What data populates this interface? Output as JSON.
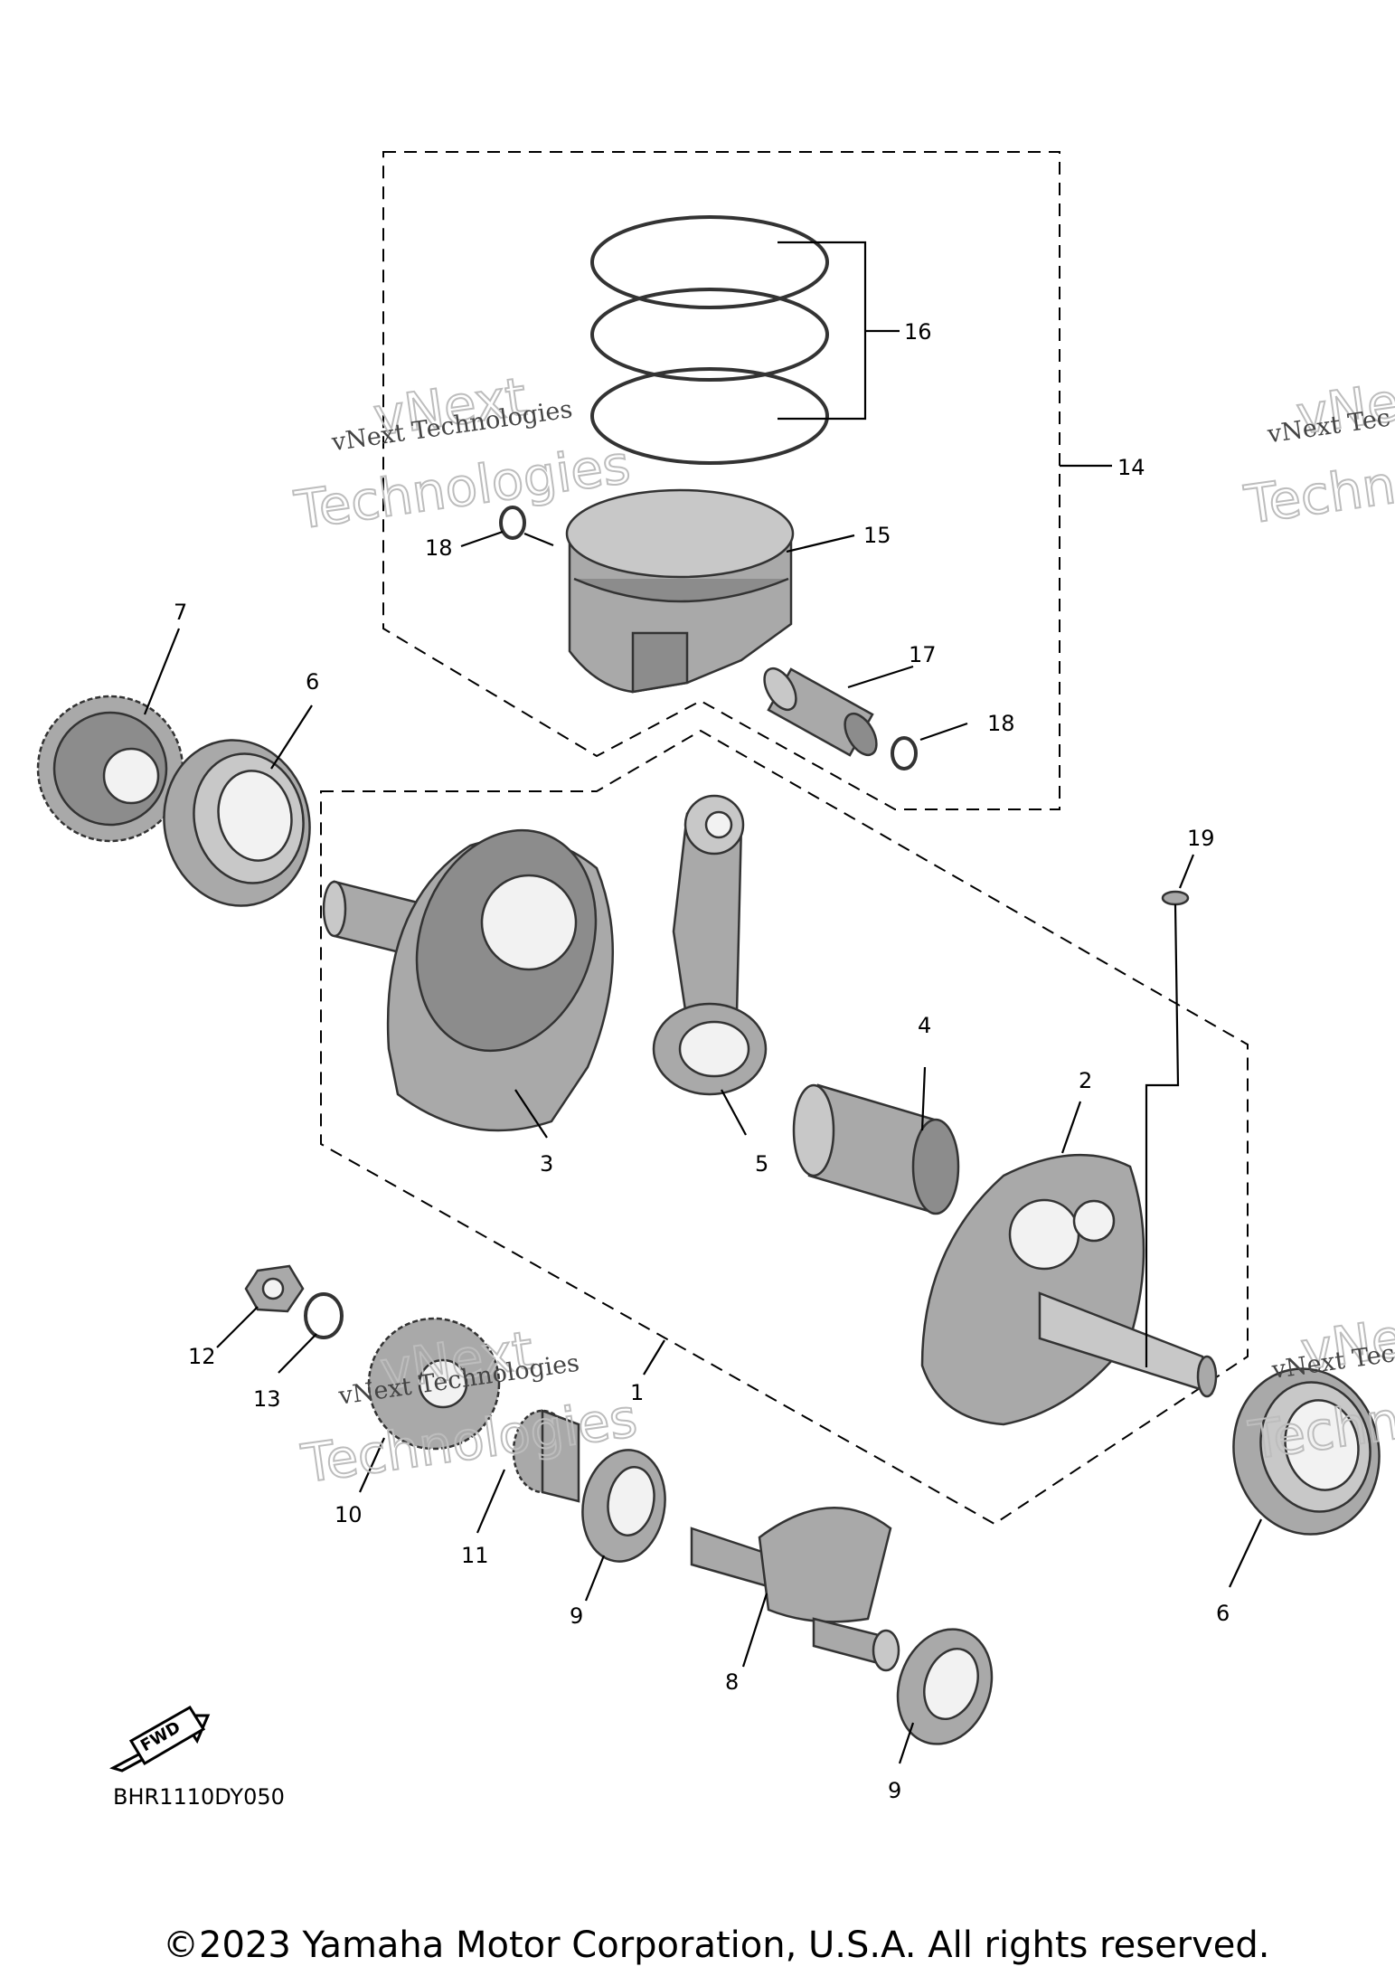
{
  "diagram_code": "BHR1110DY050",
  "fwd_label": "FWD",
  "copyright": "©2023 Yamaha Motor Corporation, U.S.A. All rights reserved.",
  "watermark": {
    "line1": "vNext Technologies",
    "big_top": "vNext",
    "big_bottom": "Technologies",
    "cut_line1": "vNext Tec",
    "cut_big_top": "vNe",
    "cut_big_bottom": "Techn"
  },
  "callouts": {
    "c1": "1",
    "c2": "2",
    "c3": "3",
    "c4": "4",
    "c5": "5",
    "c6a": "6",
    "c6b": "6",
    "c7": "7",
    "c8": "8",
    "c9a": "9",
    "c9b": "9",
    "c10": "10",
    "c11": "11",
    "c12": "12",
    "c13": "13",
    "c14": "14",
    "c15": "15",
    "c16": "16",
    "c17": "17",
    "c18a": "18",
    "c18b": "18",
    "c19": "19"
  }
}
